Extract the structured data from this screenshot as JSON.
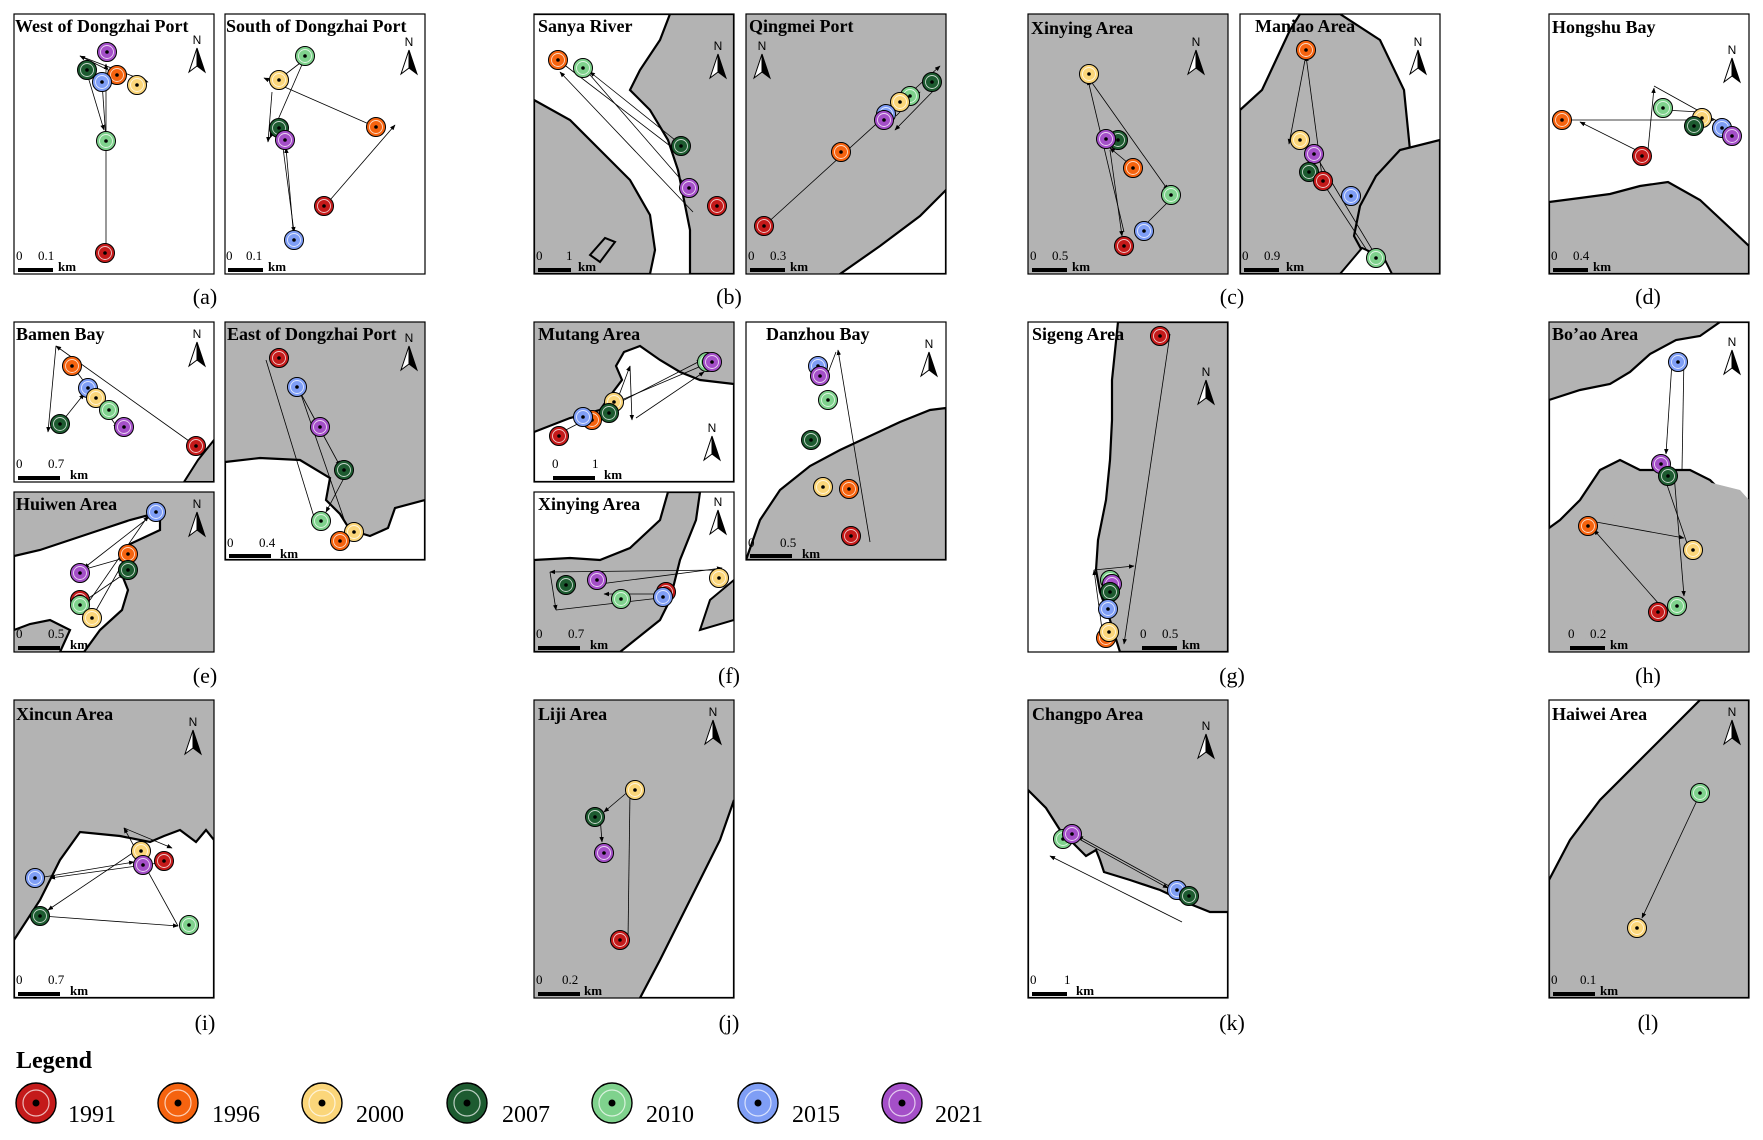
{
  "figure": {
    "captions": [
      "(a)",
      "(b)",
      "(c)",
      "(d)",
      "(e)",
      "(f)",
      "(g)",
      "(h)",
      "(i)",
      "(j)",
      "(k)",
      "(l)"
    ],
    "north_label": "N",
    "km_label": "km",
    "scale_zero": "0"
  },
  "year_colors": {
    "1991": "#c41a1a",
    "1996": "#f5630f",
    "2000": "#fbd67a",
    "2007": "#1d5b30",
    "2010": "#7fd28d",
    "2015": "#7f9ef5",
    "2021": "#a44fc8"
  },
  "map_colors": {
    "land": "#b3b3b3",
    "water": "#ffffff",
    "coast": "#000000"
  },
  "legend": {
    "title": "Legend",
    "items": [
      {
        "year": "1991",
        "color": "#c41a1a"
      },
      {
        "year": "1996",
        "color": "#f5630f"
      },
      {
        "year": "2000",
        "color": "#fbd67a"
      },
      {
        "year": "2007",
        "color": "#1d5b30"
      },
      {
        "year": "2010",
        "color": "#7fd28d"
      },
      {
        "year": "2015",
        "color": "#7f9ef5"
      },
      {
        "year": "2021",
        "color": "#a44fc8"
      }
    ]
  },
  "panels": [
    {
      "title": "West of Dongzhai Port",
      "scale": "0.1"
    },
    {
      "title": "South of Dongzhai Port",
      "scale": "0.1"
    },
    {
      "title": "Sanya River",
      "scale": "1"
    },
    {
      "title": "Qingmei Port",
      "scale": "0.3"
    },
    {
      "title": "Xinying Area",
      "scale": "0.5"
    },
    {
      "title": "Maniao Area",
      "scale": "0.9"
    },
    {
      "title": "Hongshu Bay",
      "scale": "0.4"
    },
    {
      "title": "Bamen Bay",
      "scale": "0.7"
    },
    {
      "title": "East of Dongzhai Port",
      "scale": "0.4"
    },
    {
      "title": "Huiwen Area",
      "scale": "0.5"
    },
    {
      "title": "Mutang Area",
      "scale": "1"
    },
    {
      "title": "Danzhou Bay",
      "scale": "0.5"
    },
    {
      "title": "Xinying Area",
      "scale": "0.7"
    },
    {
      "title": "Sigeng Area",
      "scale": "0.5"
    },
    {
      "title": "Bo’ao Area",
      "scale": "0.2"
    },
    {
      "title": "Xincun Area",
      "scale": "0.7"
    },
    {
      "title": "Liji Area",
      "scale": "0.2"
    },
    {
      "title": "Changpo Area",
      "scale": "1"
    },
    {
      "title": "Haiwei Area",
      "scale": "0.1"
    }
  ]
}
